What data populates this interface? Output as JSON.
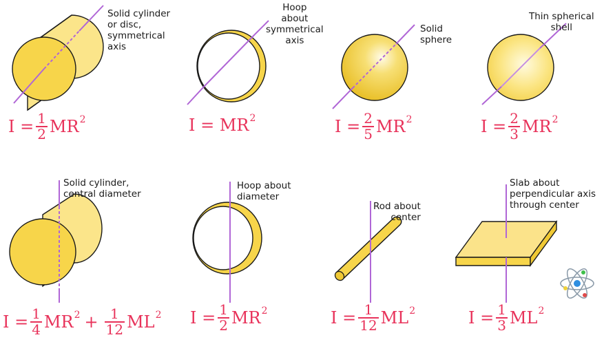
{
  "colors": {
    "object_fill": "#f7d54a",
    "object_light": "#fbea97",
    "axis": "#b066d6",
    "formula": "#e8325a",
    "outline": "#1a1a1a"
  },
  "panels": [
    {
      "label": "Solid cylinder\nor disc,\nsymmetrical\naxis",
      "formula": {
        "prefix": "I =",
        "num": "1",
        "den": "2",
        "suffix": "MR",
        "sup": "2"
      }
    },
    {
      "label": "Hoop\nabout\nsymmetrical\naxis",
      "formula": {
        "prefix": "I = MR",
        "sup": "2"
      }
    },
    {
      "label": "Solid\nsphere",
      "formula": {
        "prefix": "I =",
        "num": "2",
        "den": "5",
        "suffix": "MR",
        "sup": "2"
      }
    },
    {
      "label": "Thin spherical\nshell",
      "formula": {
        "prefix": "I =",
        "num": "2",
        "den": "3",
        "suffix": "MR",
        "sup": "2"
      }
    },
    {
      "label": "Solid cylinder,\ncentral diameter",
      "formula": {
        "prefix": "I =",
        "num": "1",
        "den": "4",
        "suffix": "MR",
        "sup": "2",
        "plus": "+",
        "num2": "1",
        "den2": "12",
        "suffix2": "ML",
        "sup2": "2"
      }
    },
    {
      "label": "Hoop about\ndiameter",
      "formula": {
        "prefix": "I =",
        "num": "1",
        "den": "2",
        "suffix": "MR",
        "sup": "2"
      }
    },
    {
      "label": "Rod about\ncenter",
      "formula": {
        "prefix": "I =",
        "num": "1",
        "den": "12",
        "suffix": "ML",
        "sup": "2"
      }
    },
    {
      "label": "Slab about\nperpendicular axis\nthrough center",
      "formula": {
        "prefix": "I =",
        "num": "1",
        "den": "3",
        "suffix": "ML",
        "sup": "2"
      }
    }
  ],
  "watermark_icon": "atom-icon"
}
